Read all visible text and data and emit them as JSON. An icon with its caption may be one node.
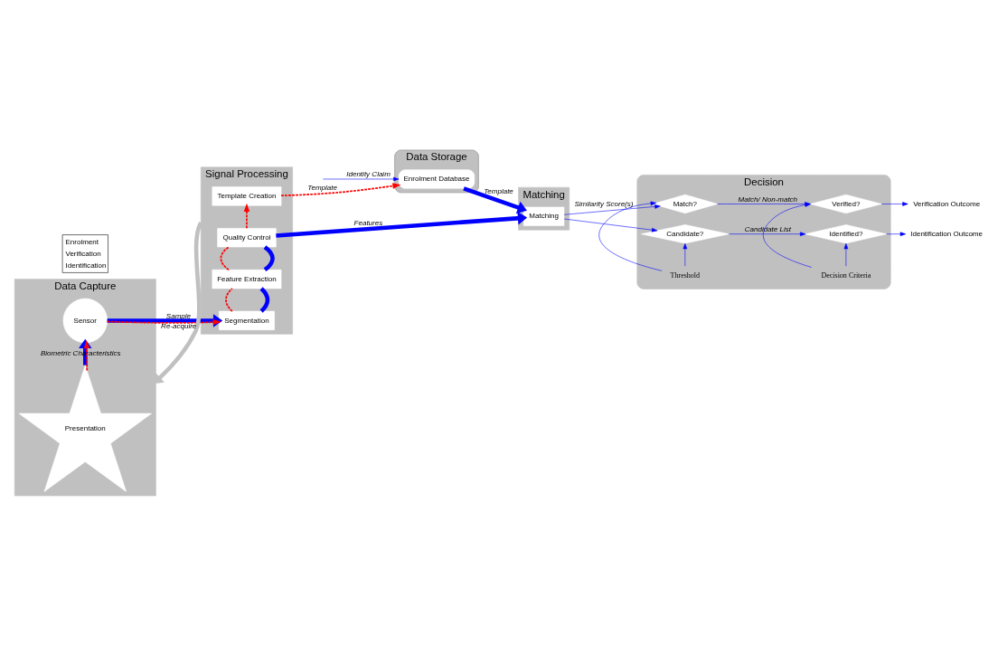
{
  "diagram": {
    "nodes": [
      {
        "text": [
          "Data Capture"
        ]
      },
      {
        "text": [
          "Presentation"
        ],
        "in": 0
      },
      {
        "text": [
          "Sensor"
        ],
        "in": 0
      },
      {
        "text": [
          "Data Storage"
        ]
      },
      {
        "text": [
          "Enrolment Database"
        ],
        "in": 3
      },
      {
        "text": [
          "Signal Processing"
        ]
      },
      {
        "text": [
          "Template Creation"
        ],
        "in": 5
      },
      {
        "text": [
          "Quality Control"
        ],
        "in": 5
      },
      {
        "text": [
          "Feature Extraction"
        ],
        "in": 5
      },
      {
        "text": [
          "Segmentation"
        ],
        "in": 5
      },
      {
        "text": [
          "Matching"
        ]
      },
      {
        "text": [
          "Matching"
        ],
        "in": 10
      },
      {
        "text": [
          "Decision"
        ]
      },
      {
        "text": [
          "Match?"
        ],
        "in": 12
      },
      {
        "text": [
          "Candidate?"
        ],
        "in": 12
      },
      {
        "text": [
          "Verified?"
        ],
        "in": 12
      },
      {
        "text": [
          "Identified?"
        ],
        "in": 12
      },
      {
        "text": [
          "Verification Outcome"
        ]
      },
      {
        "text": [
          "Identification Outcome"
        ]
      },
      {
        "text": [
          "Threshold"
        ],
        "in": 12
      },
      {
        "text": [
          "Decision Criteria"
        ],
        "in": 12
      }
    ],
    "edges": [
      {
        "from": null,
        "to": 4,
        "arrow": "to",
        "label": "Identity Claim"
      },
      {
        "from": 1,
        "to": 2,
        "arrow": "to",
        "label": "Biometric Characteristics",
        "style": "thick"
      },
      {
        "from": 1,
        "to": 2,
        "arrow": "to",
        "style": "dashed",
        "color": "#ff0000"
      },
      {
        "from": 2,
        "to": 9,
        "arrow": "to",
        "label": "Sample",
        "style": "thick"
      },
      {
        "from": 2,
        "to": 9,
        "arrow": "to",
        "style": "dashed",
        "color": "#ff0000"
      },
      {
        "from": 9,
        "to": 8,
        "arrow": "none",
        "style": "thick"
      },
      {
        "from": 9,
        "to": 8,
        "arrow": "none",
        "style": "dashed",
        "color": "#ff0000"
      },
      {
        "from": 8,
        "to": 7,
        "arrow": "none",
        "style": "thick"
      },
      {
        "from": 8,
        "to": 7,
        "arrow": "none",
        "style": "dashed",
        "color": "#ff0000"
      },
      {
        "from": 7,
        "to": 6,
        "arrow": "to",
        "style": "dashed",
        "color": "#ff0000"
      },
      {
        "from": 7,
        "to": 11,
        "arrow": "to",
        "label": "Features",
        "style": "thick"
      },
      {
        "from": 6,
        "to": 4,
        "arrow": "to",
        "label": "Template",
        "style": "dashed",
        "color": "#ff0000"
      },
      {
        "from": 4,
        "to": 11,
        "arrow": "to",
        "label": "Template",
        "style": "thick"
      },
      {
        "from": 11,
        "to": 13,
        "arrow": "to",
        "label": "Similarity Score(s)"
      },
      {
        "from": 11,
        "to": 14,
        "arrow": "to"
      },
      {
        "from": 13,
        "to": 15,
        "arrow": "to",
        "label": "Match/ Non-match"
      },
      {
        "from": 14,
        "to": 16,
        "arrow": "to",
        "label": "Candidate List"
      },
      {
        "from": 19,
        "to": 13,
        "arrow": "to"
      },
      {
        "from": 19,
        "to": 14,
        "arrow": "to"
      },
      {
        "from": 20,
        "to": 15,
        "arrow": "to"
      },
      {
        "from": 20,
        "to": 16,
        "arrow": "to"
      },
      {
        "from": 15,
        "to": 17,
        "arrow": "to"
      },
      {
        "from": 16,
        "to": 18,
        "arrow": "to"
      },
      {
        "from": 5,
        "to": 0,
        "arrow": "to",
        "label": "Re-acquire",
        "style": "thick",
        "color": "#c0c0c0"
      }
    ],
    "legend": [
      {
        "text": "Enrolment"
      },
      {
        "text": "Verification"
      },
      {
        "text": "Identification"
      }
    ]
  }
}
